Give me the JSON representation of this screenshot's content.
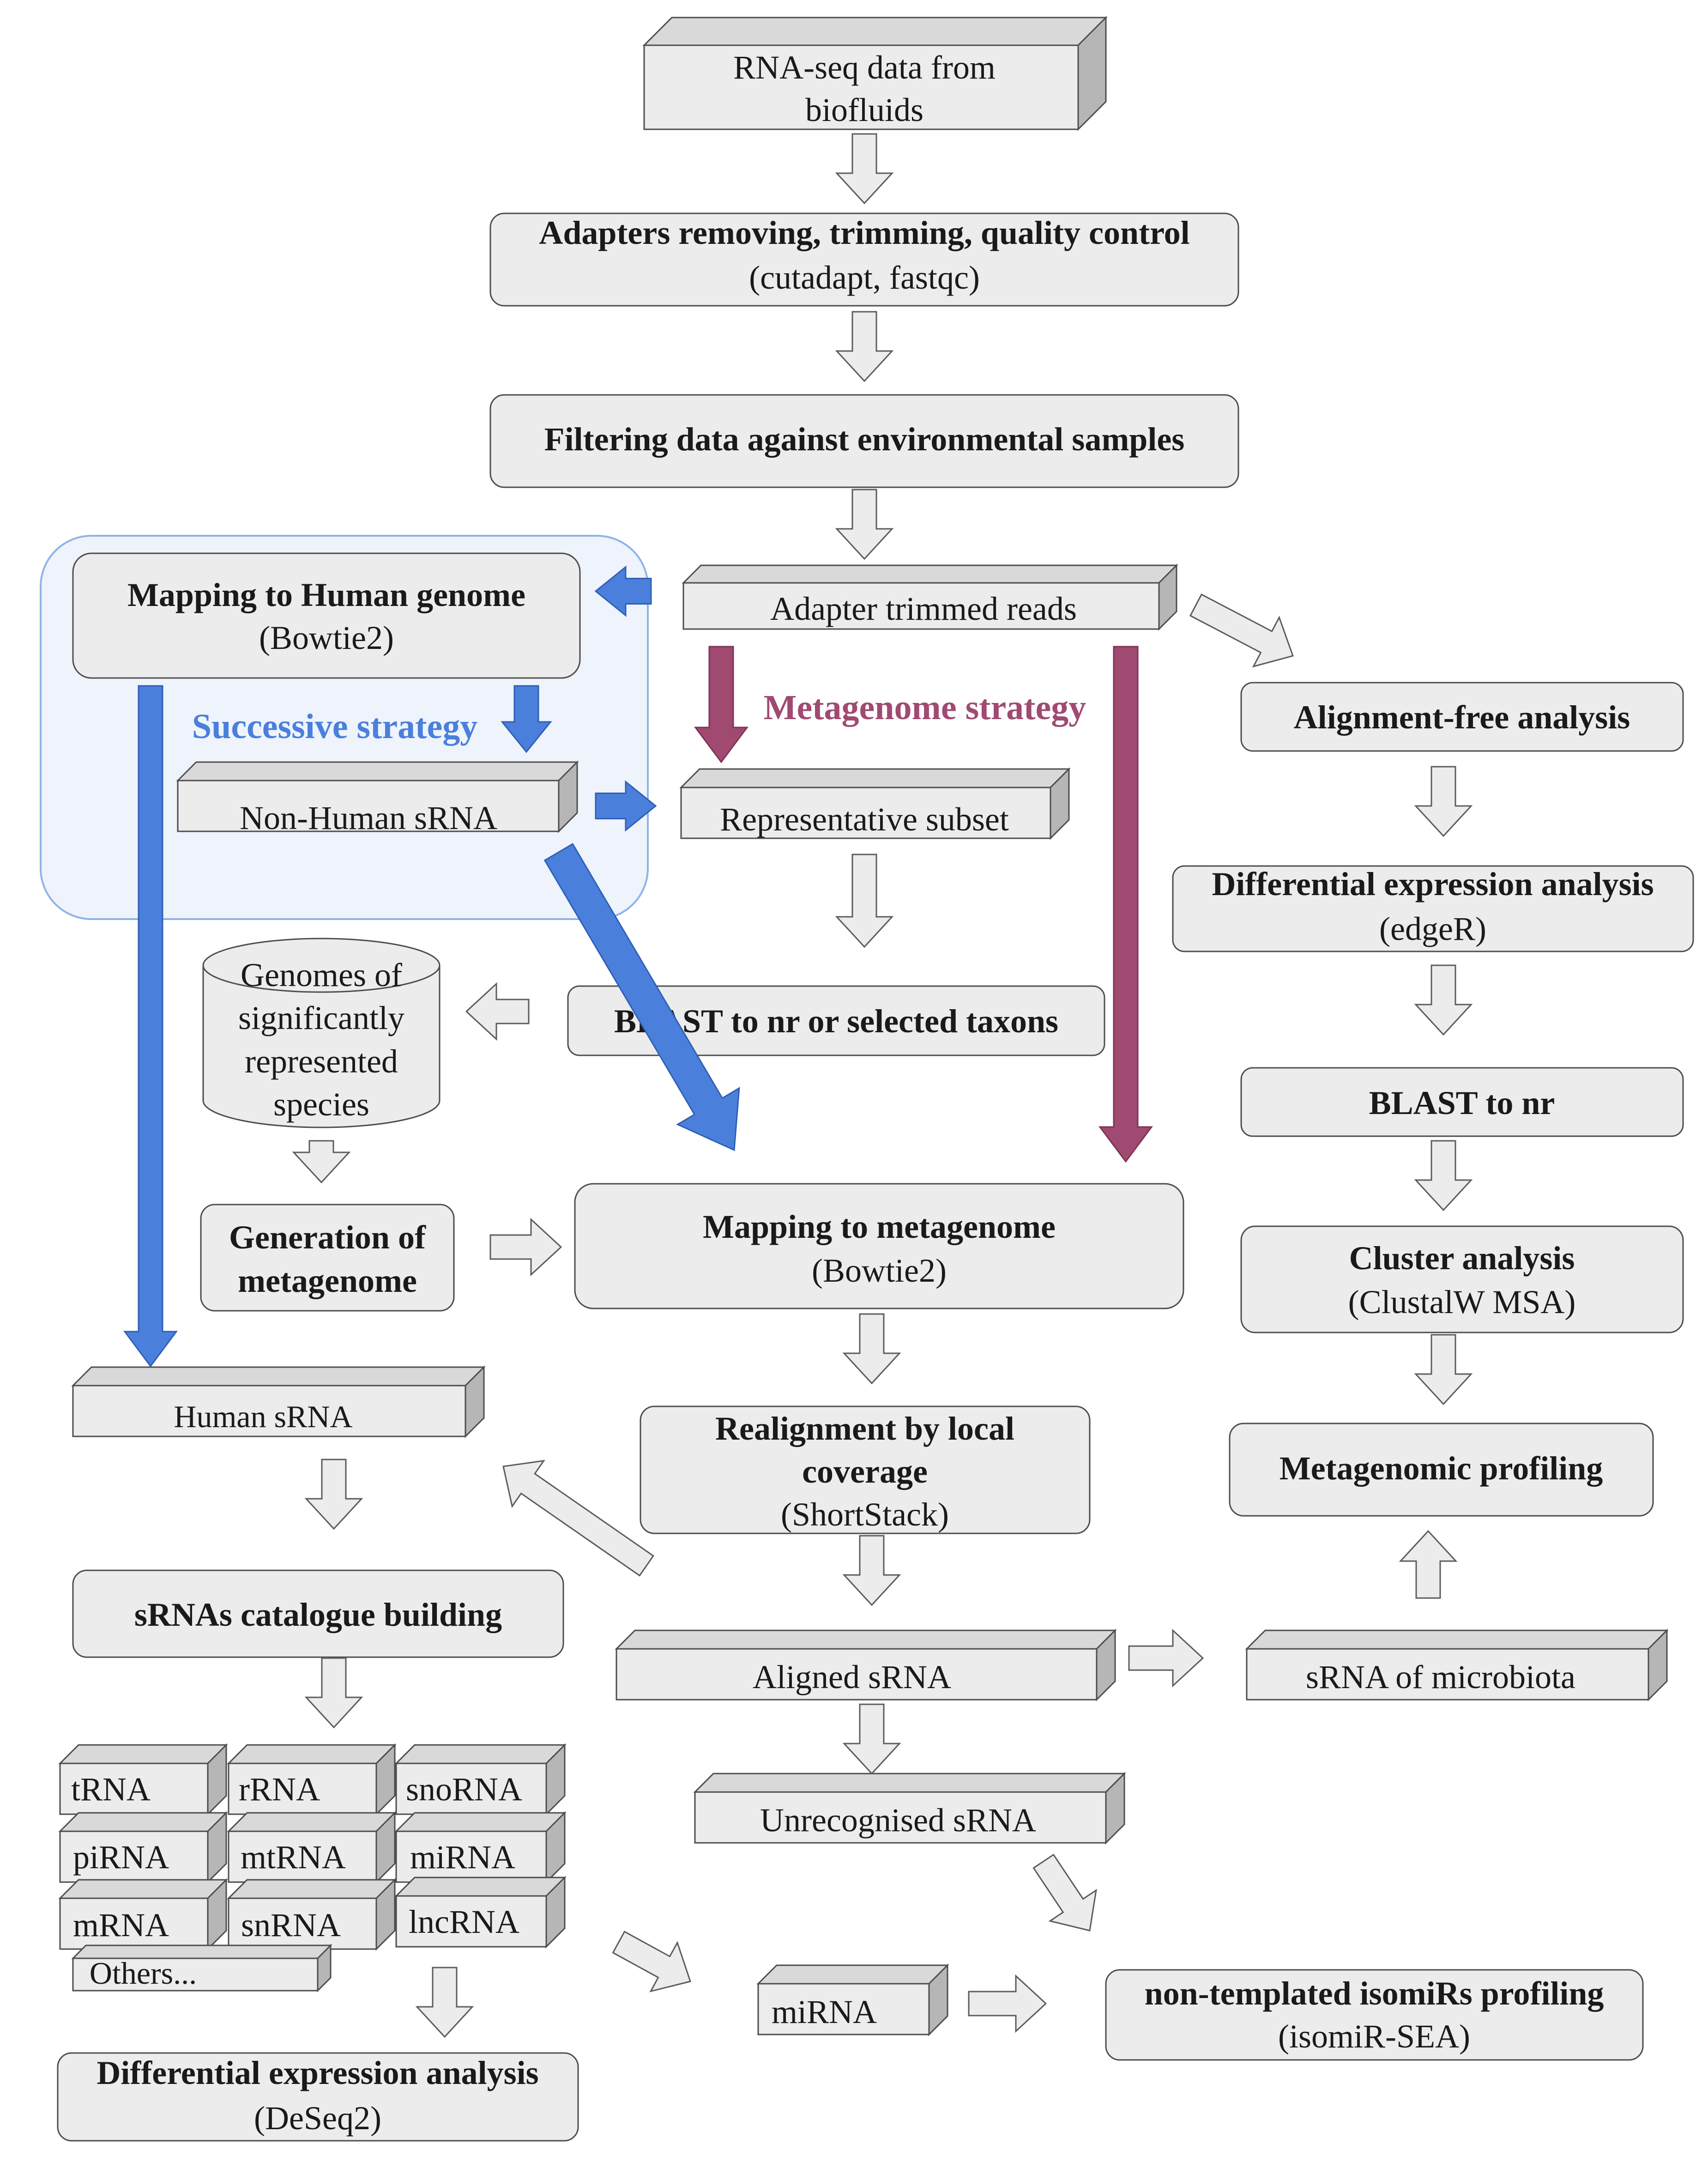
{
  "nodes": {
    "rnaseq": [
      "RNA-seq data from",
      "biofluids"
    ],
    "adapters": [
      "Adapters removing, trimming, quality control",
      "(cutadapt, fastqc)"
    ],
    "filtering": [
      "Filtering data against environmental samples"
    ],
    "trimmed": [
      "Adapter trimmed reads"
    ],
    "map_human": [
      "Mapping to Human genome",
      "(Bowtie2)"
    ],
    "non_human": [
      "Non-Human sRNA"
    ],
    "rep_subset": [
      "Representative subset"
    ],
    "blast_taxa": [
      "BLAST to nr or selected taxons"
    ],
    "genomes": [
      "Genomes of",
      "significantly",
      "represented",
      "species"
    ],
    "gen_meta": [
      "Generation of",
      "metagenome"
    ],
    "map_meta": [
      "Mapping to metagenome",
      "(Bowtie2)"
    ],
    "human_srna": [
      "Human sRNA"
    ],
    "realign": [
      "Realignment by local",
      "coverage",
      "(ShortStack)"
    ],
    "catalogue": [
      "sRNAs catalogue building"
    ],
    "aligned": [
      "Aligned sRNA"
    ],
    "microbiota": [
      "sRNA of microbiota"
    ],
    "unrecognised": [
      "Unrecognised sRNA"
    ],
    "align_free": [
      "Alignment-free analysis"
    ],
    "diff_edger": [
      "Differential expression analysis",
      "(edgeR)"
    ],
    "blast_nr": [
      "BLAST to nr"
    ],
    "cluster": [
      "Cluster analysis",
      "(ClustalW MSA)"
    ],
    "meta_prof": [
      "Metagenomic profiling"
    ],
    "isomir": [
      "non-templated isomiRs profiling",
      "(isomiR-SEA)"
    ],
    "mirna": [
      "miRNA"
    ],
    "diff_deseq": [
      "Differential expression analysis",
      "(DeSeq2)"
    ]
  },
  "rna_types": [
    "tRNA",
    "rRNA",
    "snoRNA",
    "piRNA",
    "mtRNA",
    "miRNA",
    "mRNA",
    "snRNA",
    "lncRNA"
  ],
  "others": "Others...",
  "strategies": {
    "successive": "Successive strategy",
    "metagenome": "Metagenome strategy"
  },
  "colors": {
    "successive": "#4a7fdc",
    "metagenome": "#a04a72",
    "box_fill": "#ececec",
    "group_fill": "#eef3fc",
    "group_stroke": "#8fb3e8"
  }
}
